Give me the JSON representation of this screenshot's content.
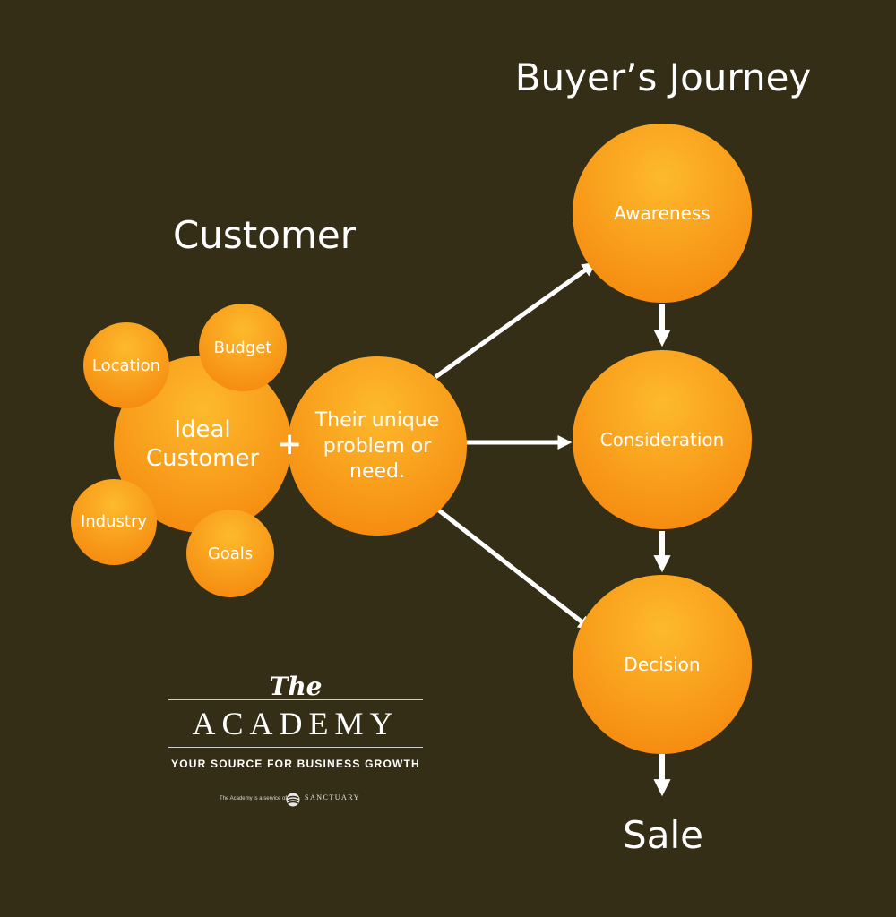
{
  "titles": {
    "buyers_journey": "Buyer’s Journey",
    "customer": "Customer",
    "sale": "Sale"
  },
  "nodes": {
    "location": "Location",
    "budget": "Budget",
    "ideal_customer": "Ideal Customer",
    "industry": "Industry",
    "goals": "Goals",
    "plus": "+",
    "problem": "Their unique problem or need.",
    "awareness": "Awareness",
    "consideration": "Consideration",
    "decision": "Decision"
  },
  "logo": {
    "the": "The",
    "academy": "ACADEMY",
    "tagline": "YOUR SOURCE FOR BUSINESS GROWTH",
    "service_text": "The Academy is a service of",
    "sanctuary": "SANCTUARY"
  },
  "colors": {
    "background": "#352e16",
    "node_light": "#fdba2c",
    "node_dark": "#f5890f",
    "arrow": "#ffffff"
  }
}
